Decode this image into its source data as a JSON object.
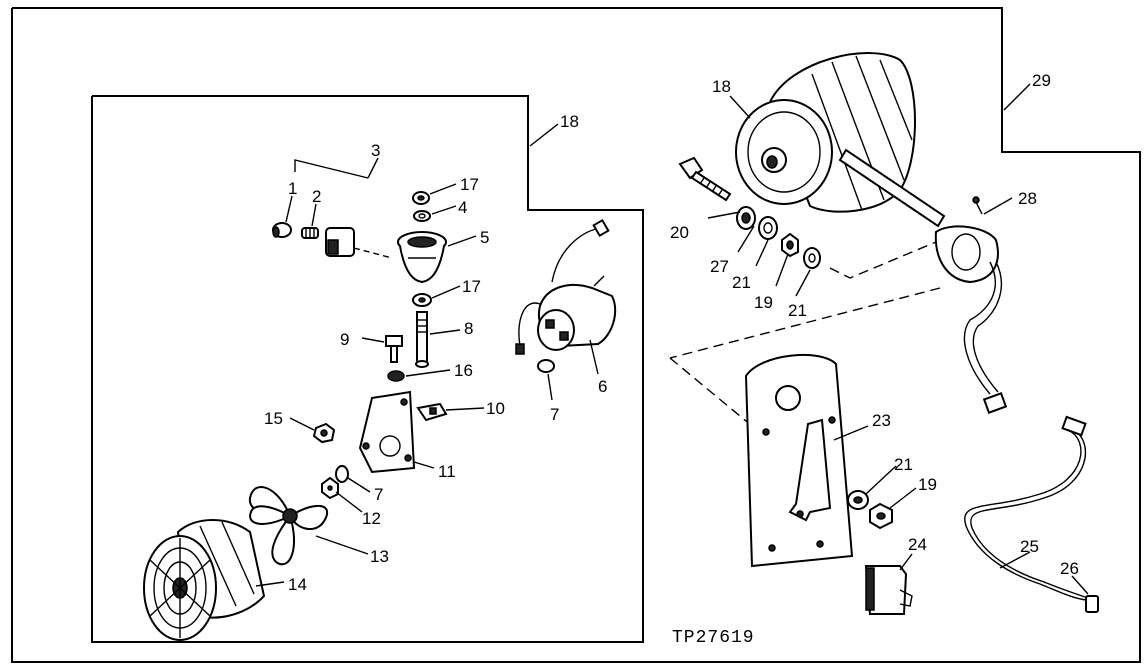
{
  "figure_code": "TP27619",
  "callouts": [
    "1",
    "2",
    "3",
    "4",
    "5",
    "6",
    "7",
    "7",
    "8",
    "9",
    "10",
    "11",
    "12",
    "13",
    "14",
    "15",
    "16",
    "17",
    "17",
    "18",
    "18",
    "19",
    "19",
    "20",
    "21",
    "21",
    "21",
    "23",
    "24",
    "25",
    "26",
    "27",
    "28",
    "29"
  ]
}
